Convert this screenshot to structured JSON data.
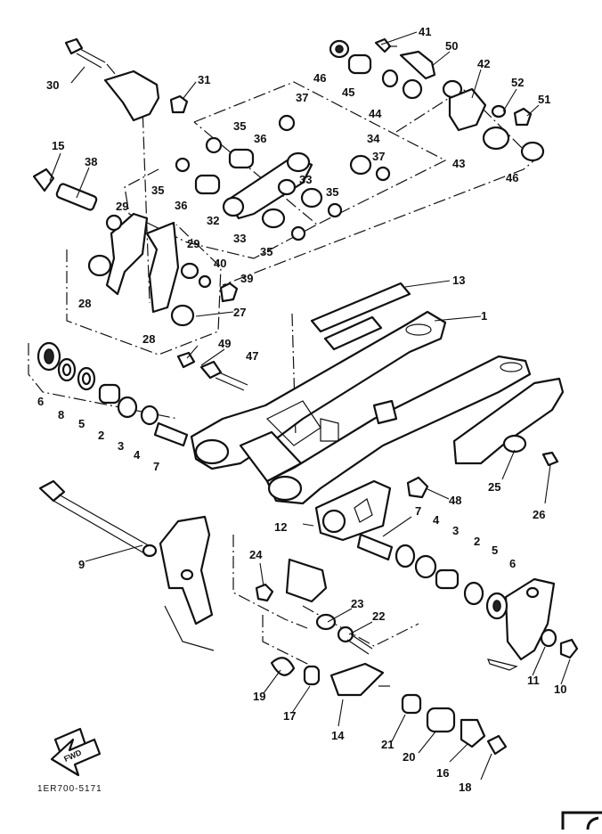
{
  "diagram": {
    "drawing_code": "1ER700-5171",
    "fwd_label": "FWD",
    "part_labels": [
      "1",
      "2",
      "2",
      "3",
      "3",
      "4",
      "4",
      "5",
      "5",
      "6",
      "6",
      "7",
      "7",
      "8",
      "9",
      "10",
      "11",
      "12",
      "13",
      "14",
      "15",
      "16",
      "17",
      "18",
      "19",
      "20",
      "21",
      "22",
      "23",
      "24",
      "25",
      "26",
      "27",
      "28",
      "28",
      "29",
      "29",
      "30",
      "31",
      "32",
      "33",
      "33",
      "34",
      "35",
      "35",
      "35",
      "35",
      "36",
      "36",
      "37",
      "37",
      "38",
      "39",
      "40",
      "41",
      "42",
      "43",
      "44",
      "45",
      "46",
      "46",
      "47",
      "48",
      "49",
      "50",
      "51",
      "52"
    ],
    "colors": {
      "ink": "#111111",
      "paper": "#ffffff"
    }
  }
}
